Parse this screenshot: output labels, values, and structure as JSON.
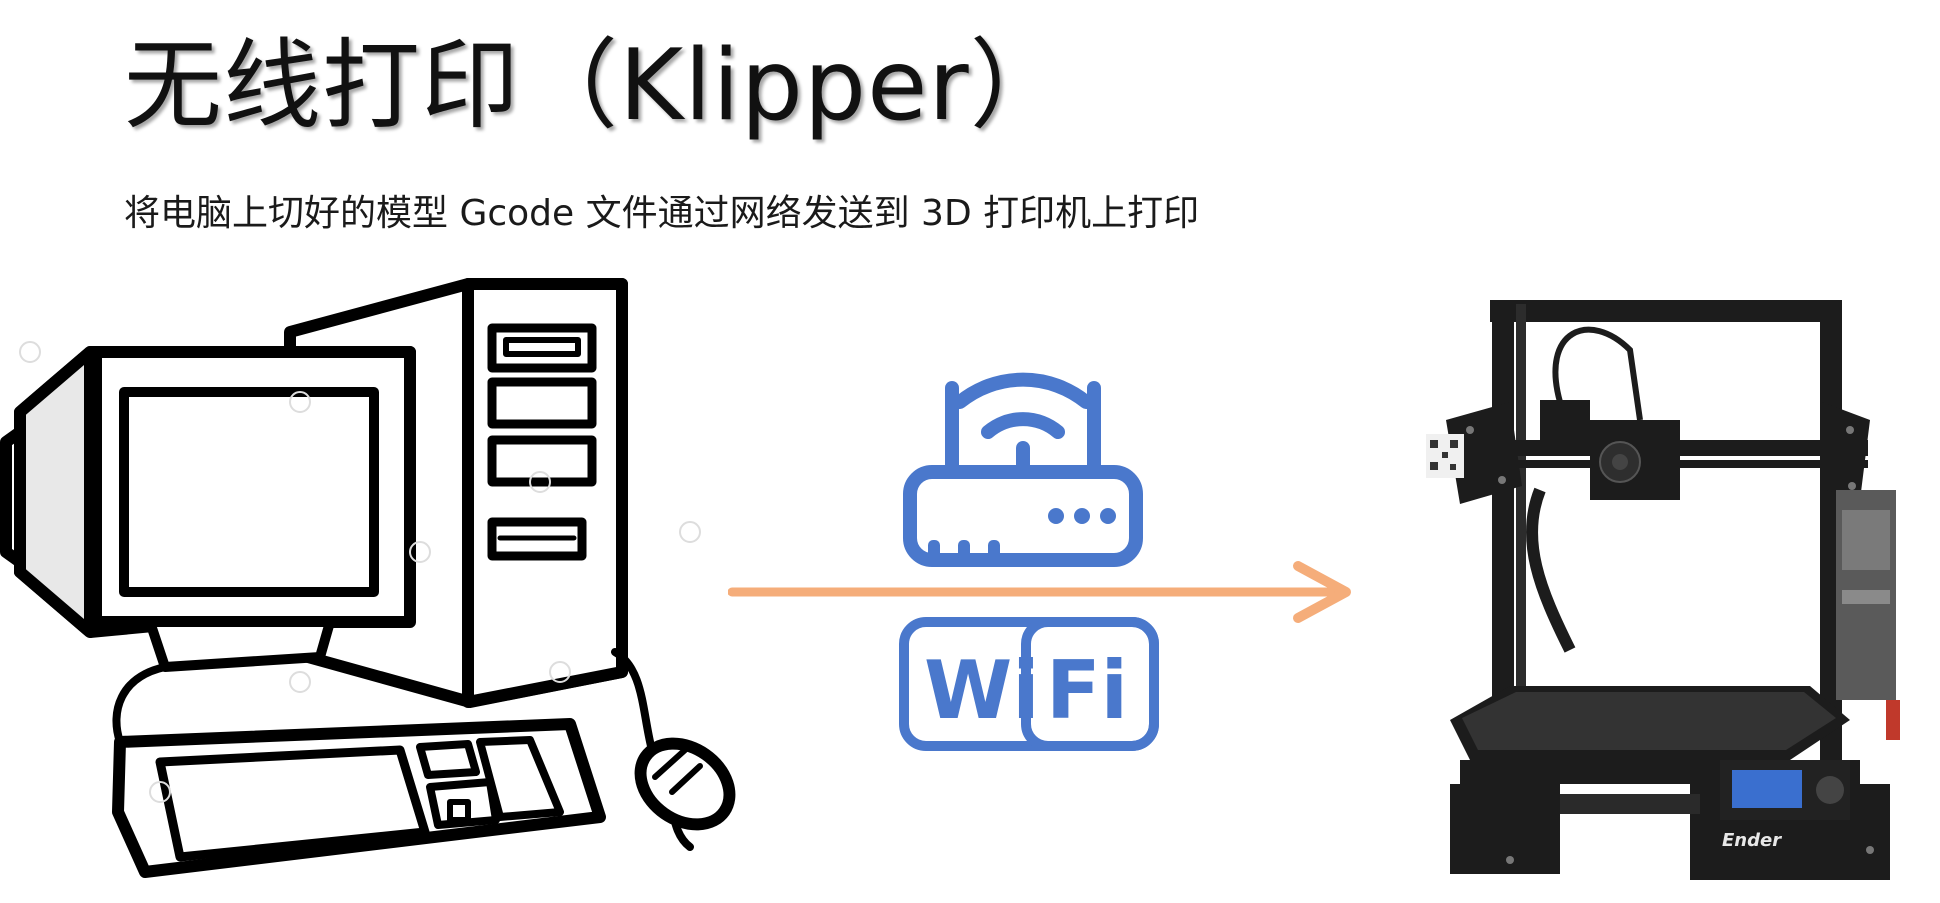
{
  "slide": {
    "title": "无线打印（Klipper）",
    "subtitle": "将电脑上切好的模型 Gcode 文件通过网络发送到 3D 打印机上打印"
  },
  "wifi_badge": {
    "left": "Wi",
    "right": "Fi"
  },
  "printer": {
    "brand": "Ender"
  },
  "colors": {
    "arrow": "#f5ad7a",
    "icon_blue": "#4a78cc",
    "printer_frame": "#1c1c1c"
  },
  "icons": {
    "source": "desktop-computer-icon",
    "network": "wifi-router-icon",
    "target": "3d-printer-icon"
  }
}
